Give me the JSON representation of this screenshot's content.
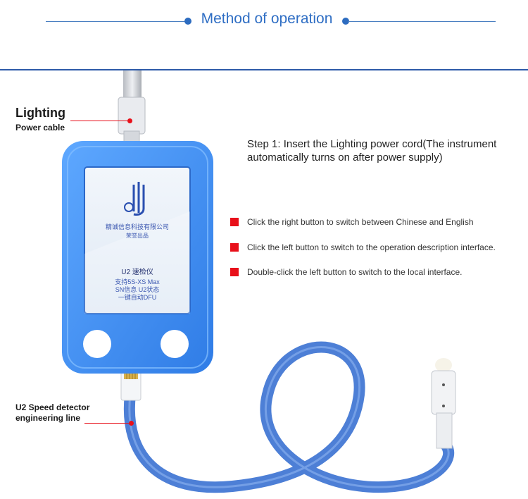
{
  "header": {
    "title": "Method of operation"
  },
  "labels": {
    "cable_title": "Lighting",
    "cable_sub": "Power cable",
    "engineering_line_1": "U2 Speed detector",
    "engineering_line_2": "engineering line"
  },
  "step": {
    "text": "Step 1: Insert the Lighting power cord(The instrument\nautomatically turns on after power supply)"
  },
  "bullets": [
    "Click the right button to switch between Chinese and English",
    "Click the left button to switch to the operation description interface.",
    "Double-click the left button to switch to the local interface."
  ],
  "device": {
    "company": "精诚信息科技有限公司",
    "tagline": "荣誉出品",
    "model": "U2 速检仪",
    "line1": "支持5S-XS Max",
    "line2": "SN信息  U2状态",
    "line3": "一键自动DFU",
    "body_color": "#3f8ff0",
    "cable_color": "#4d7fd6"
  }
}
